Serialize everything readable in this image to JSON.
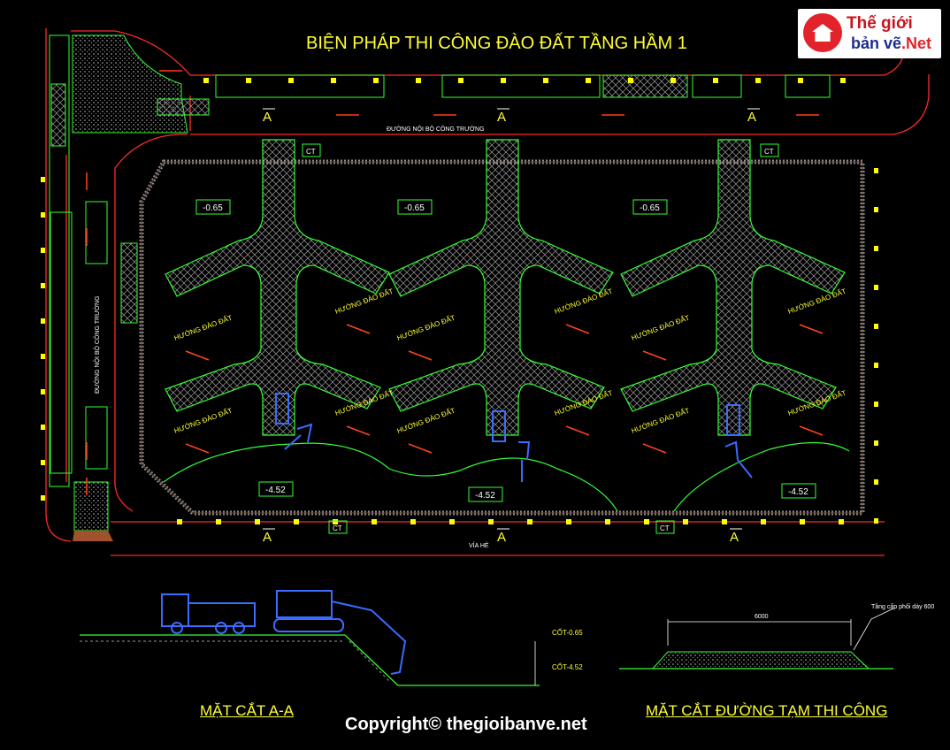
{
  "title": "BIỆN PHÁP THI CÔNG ĐÀO ĐẤT TẦNG HẦM 1",
  "logo": {
    "line1": "Thế giới",
    "line2a": "bản vẽ",
    "line2b": ".Net"
  },
  "copyright": "Copyright© thegioibanve.net",
  "road_top_label": "ĐƯỜNG NỘI BỘ CÔNG TRƯỜNG",
  "road_left_label": "ĐƯỜNG NỘI BỘ CÔNG TRƯỜNG",
  "road_bottom_label": "VỈA HÈ",
  "section_marker": "A",
  "ct_label": "CT",
  "levels": {
    "upper": "-0.65",
    "lower": "-4.52"
  },
  "excavation_direction": "HƯỚNG ĐÀO ĐẤT",
  "section_aa": {
    "title": "MẶT CẮT A-A",
    "cot_top": "CỐT-0.65",
    "cot_bottom": "CỐT-4.52"
  },
  "section_road": {
    "title": "MẶT CẮT ĐƯỜNG TẠM THI CÔNG",
    "note": "Tầng cấp phối dày 600",
    "width": "6000"
  },
  "colors": {
    "background": "#000000",
    "text": "#ffff33",
    "outline_green": "#33ff33",
    "boundary_red": "#ff2222",
    "equipment_blue": "#3b6bff"
  }
}
